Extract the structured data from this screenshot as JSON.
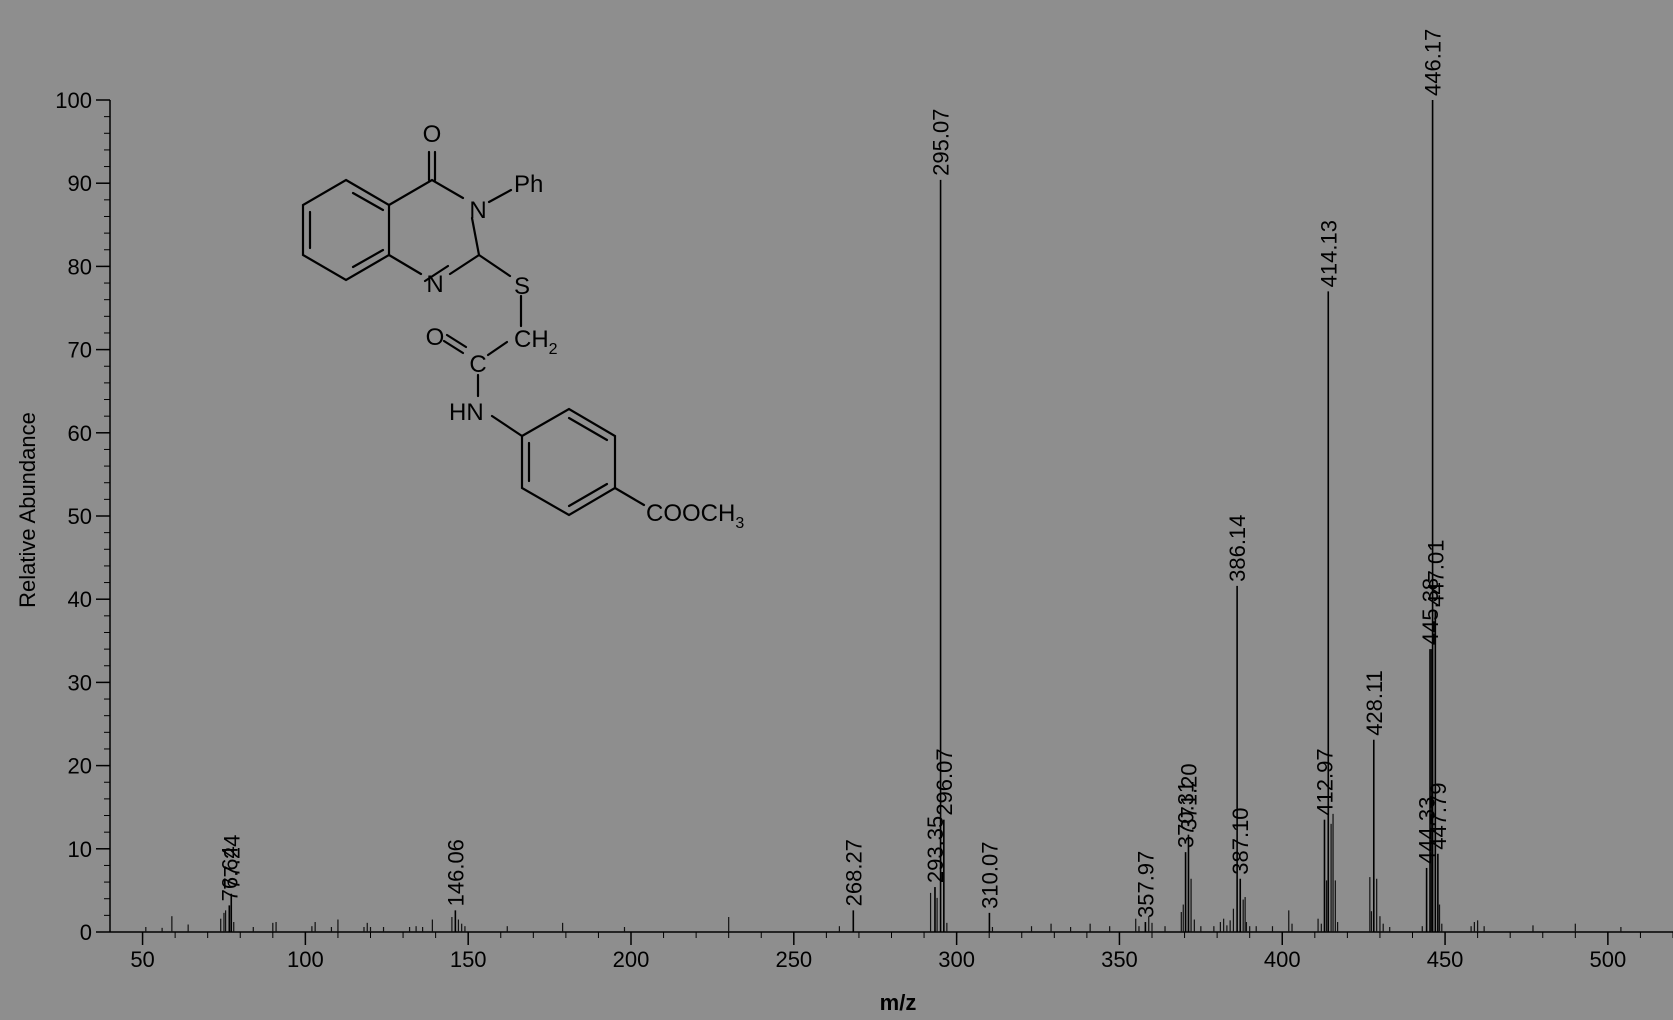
{
  "chart_data": {
    "type": "bar",
    "xlabel": "m/z",
    "ylabel": "Relative Abundance",
    "xlim": [
      40,
      520
    ],
    "ylim": [
      0,
      100
    ],
    "x_ticks": [
      50,
      100,
      150,
      200,
      250,
      300,
      350,
      400,
      450,
      500
    ],
    "y_ticks": [
      0,
      10,
      20,
      30,
      40,
      50,
      60,
      70,
      80,
      90,
      100
    ],
    "grid": false,
    "labeled_peaks": [
      {
        "mz": 76.64,
        "abundance": 3.2,
        "label": "76.64"
      },
      {
        "mz": 77.24,
        "abundance": 4.6,
        "label": "77.24"
      },
      {
        "mz": 146.06,
        "abundance": 2.6,
        "label": "146.06"
      },
      {
        "mz": 268.27,
        "abundance": 2.6,
        "label": "268.27"
      },
      {
        "mz": 293.35,
        "abundance": 5.4,
        "label": "293.35"
      },
      {
        "mz": 295.07,
        "abundance": 90.4,
        "label": "295.07"
      },
      {
        "mz": 296.07,
        "abundance": 13.5,
        "label": "296.07"
      },
      {
        "mz": 310.07,
        "abundance": 2.3,
        "label": "310.07"
      },
      {
        "mz": 357.97,
        "abundance": 1.2,
        "label": "357.97"
      },
      {
        "mz": 370.31,
        "abundance": 9.6,
        "label": "370.31"
      },
      {
        "mz": 371.2,
        "abundance": 11.7,
        "label": "371.20"
      },
      {
        "mz": 386.14,
        "abundance": 41.6,
        "label": "386.14"
      },
      {
        "mz": 387.1,
        "abundance": 6.4,
        "label": "387.10"
      },
      {
        "mz": 412.97,
        "abundance": 13.5,
        "label": "412.97"
      },
      {
        "mz": 414.13,
        "abundance": 77.0,
        "label": "414.13"
      },
      {
        "mz": 428.11,
        "abundance": 23.1,
        "label": "428.11"
      },
      {
        "mz": 444.33,
        "abundance": 7.7,
        "label": "444.33"
      },
      {
        "mz": 445.38,
        "abundance": 34.0,
        "label": "445.38"
      },
      {
        "mz": 446.17,
        "abundance": 100.0,
        "label": "446.17"
      },
      {
        "mz": 447.01,
        "abundance": 38.6,
        "label": "447.01"
      },
      {
        "mz": 447.79,
        "abundance": 9.4,
        "label": "447.79"
      }
    ],
    "minor_peaks": [
      [
        51,
        0.6
      ],
      [
        56,
        0.5
      ],
      [
        59,
        1.9
      ],
      [
        64,
        0.9
      ],
      [
        74,
        1.6
      ],
      [
        75,
        2.3
      ],
      [
        75.5,
        2.6
      ],
      [
        78,
        1.2
      ],
      [
        84,
        0.6
      ],
      [
        90,
        1.1
      ],
      [
        91,
        1.2
      ],
      [
        102,
        0.7
      ],
      [
        103,
        1.2
      ],
      [
        108,
        0.6
      ],
      [
        110,
        1.5
      ],
      [
        118,
        0.6
      ],
      [
        119,
        1.1
      ],
      [
        120,
        0.6
      ],
      [
        124,
        0.6
      ],
      [
        132,
        0.6
      ],
      [
        134,
        0.7
      ],
      [
        136,
        0.6
      ],
      [
        139,
        1.5
      ],
      [
        145,
        1.8
      ],
      [
        147,
        1.5
      ],
      [
        148,
        1.0
      ],
      [
        149,
        0.7
      ],
      [
        162,
        0.7
      ],
      [
        179,
        1.1
      ],
      [
        198,
        0.6
      ],
      [
        230,
        1.8
      ],
      [
        264,
        0.7
      ],
      [
        292,
        4.7
      ],
      [
        294,
        4.1
      ],
      [
        297,
        1.1
      ],
      [
        311,
        0.6
      ],
      [
        323,
        0.7
      ],
      [
        329,
        1.0
      ],
      [
        335,
        0.6
      ],
      [
        341,
        1.0
      ],
      [
        347,
        0.7
      ],
      [
        355,
        1.6
      ],
      [
        356,
        0.7
      ],
      [
        359,
        1.9
      ],
      [
        360,
        1.1
      ],
      [
        364,
        0.7
      ],
      [
        369,
        2.4
      ],
      [
        369.6,
        3.3
      ],
      [
        372,
        6.4
      ],
      [
        373,
        1.5
      ],
      [
        375,
        0.7
      ],
      [
        379,
        0.7
      ],
      [
        381,
        1.2
      ],
      [
        382,
        1.6
      ],
      [
        383,
        0.8
      ],
      [
        384,
        1.4
      ],
      [
        385,
        2.8
      ],
      [
        388,
        3.9
      ],
      [
        388.6,
        4.2
      ],
      [
        389,
        1.2
      ],
      [
        390,
        0.7
      ],
      [
        392,
        0.7
      ],
      [
        397,
        0.7
      ],
      [
        402,
        2.6
      ],
      [
        403,
        1.0
      ],
      [
        411,
        1.6
      ],
      [
        412,
        1.0
      ],
      [
        413.6,
        6.2
      ],
      [
        415,
        13.0
      ],
      [
        415.6,
        14.2
      ],
      [
        416.3,
        6.2
      ],
      [
        417,
        1.2
      ],
      [
        426.9,
        6.6
      ],
      [
        427.4,
        2.5
      ],
      [
        429,
        6.4
      ],
      [
        430,
        1.9
      ],
      [
        431,
        1.0
      ],
      [
        433,
        0.6
      ],
      [
        443,
        0.7
      ],
      [
        445.8,
        34.0
      ],
      [
        448.3,
        3.3
      ],
      [
        449,
        1.0
      ],
      [
        458,
        0.7
      ],
      [
        459,
        1.2
      ],
      [
        460,
        1.4
      ],
      [
        462,
        0.7
      ],
      [
        477,
        0.8
      ],
      [
        490,
        1.0
      ],
      [
        504,
        0.6
      ]
    ]
  },
  "structure": {
    "label_o_top": "O",
    "label_n3": "N",
    "label_ph": "Ph",
    "label_n1": "N",
    "label_s": "S",
    "label_ch": "CH",
    "label_ch_sub": "2",
    "label_o_amide": "O",
    "label_c": "C",
    "label_hn": "HN",
    "label_cooch": "COOCH",
    "label_cooch_sub": "3"
  }
}
